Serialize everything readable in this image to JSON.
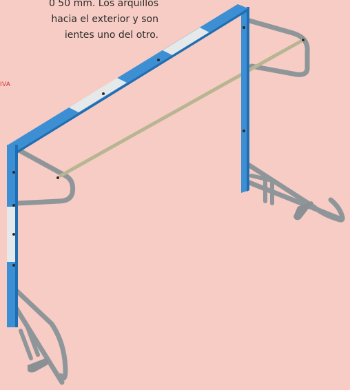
{
  "caption": {
    "lines": [
      "0 50 mm. Los arquillos",
      "hacia el exterior y son",
      "ientes uno del otro."
    ]
  },
  "tag": {
    "text": "IVA"
  },
  "colors": {
    "background": "#f6ccc4",
    "post_blue": "#3d8fd4",
    "post_white": "#e6e9ea",
    "tube_gray": "#a3a9ad",
    "tag_red": "#d8272e"
  },
  "figure": {
    "icon": "handball-goal-frame-illustration"
  }
}
